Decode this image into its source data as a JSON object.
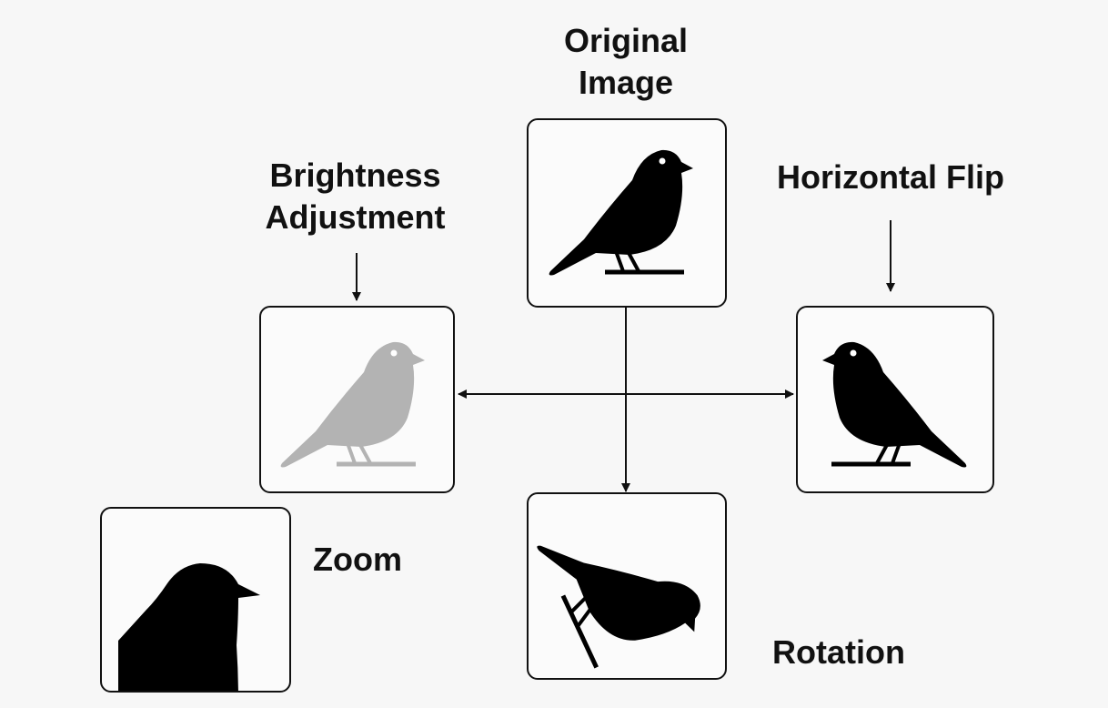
{
  "labels": {
    "original": "Original\nImage",
    "brightness": "Brightness\nAdjustment",
    "flip": "Horizontal Flip",
    "zoom": "Zoom",
    "rotation": "Rotation"
  },
  "colors": {
    "bird": "#000000",
    "bird_faded": "#b3b3b3",
    "line": "#111111",
    "background": "#f7f7f7"
  },
  "icons": {
    "original": "bird-icon",
    "brightness": "faded-bird-icon",
    "flip": "flipped-bird-icon",
    "zoom": "zoomed-bird-icon",
    "rotation": "rotated-bird-icon"
  }
}
